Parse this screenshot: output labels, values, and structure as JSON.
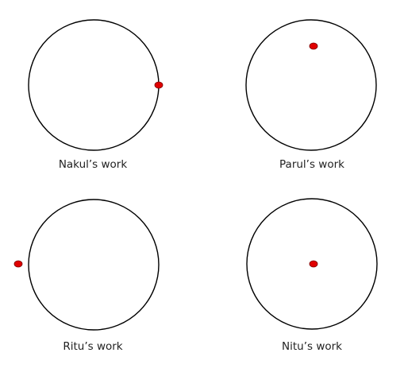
{
  "panels": [
    {
      "caption": "Nakul’s work",
      "point": "on the circle"
    },
    {
      "caption": "Parul’s work",
      "point": "inside the circle"
    },
    {
      "caption": "Ritu’s work",
      "point": "outside the circle"
    },
    {
      "caption": "Nitu’s work",
      "point": "at the centre"
    }
  ],
  "colors": {
    "circle_stroke": "#000000",
    "point_fill": "#e00000",
    "point_stroke": "#7a0000"
  }
}
